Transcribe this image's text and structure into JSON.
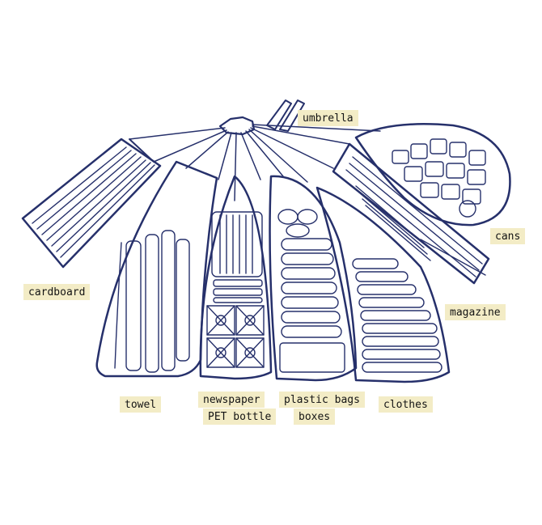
{
  "labels": {
    "umbrella": "umbrella",
    "cans": "cans",
    "cardboard": "cardboard",
    "magazine": "magazine",
    "towel": "towel",
    "newspaper": "newspaper",
    "pet_bottle": "PET bottle",
    "plastic_bags": "plastic bags",
    "boxes": "boxes",
    "clothes": "clothes"
  },
  "colors": {
    "ink": "#26306b",
    "label_tape": "#f3ecc6",
    "background": "#ffffff"
  }
}
